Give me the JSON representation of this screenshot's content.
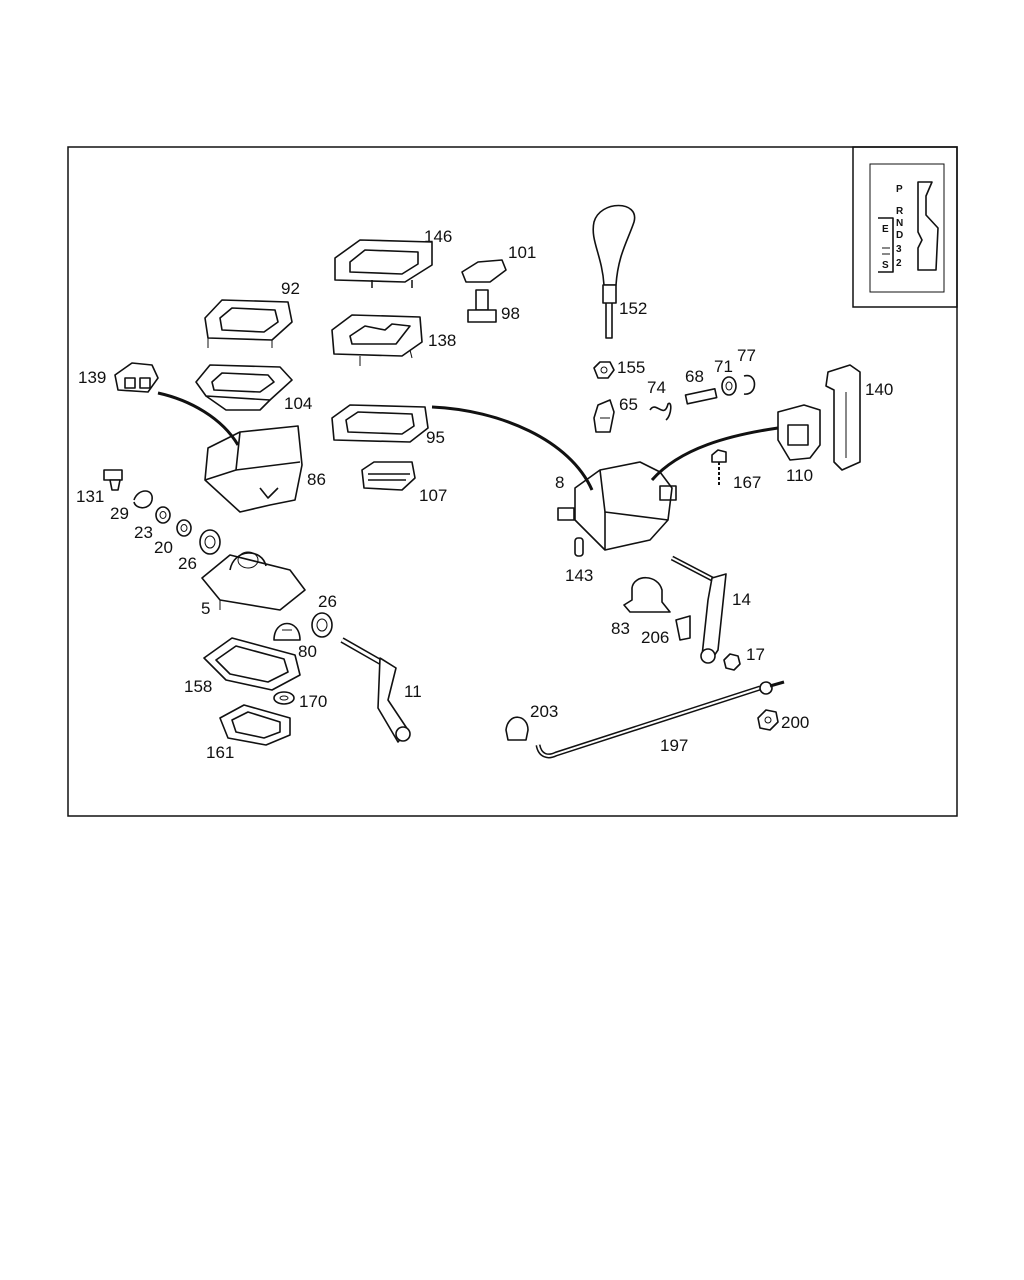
{
  "labels": {
    "p146": "146",
    "p101": "101",
    "p92": "92",
    "p98": "98",
    "p152": "152",
    "p138": "138",
    "p139": "139",
    "p104": "104",
    "p155": "155",
    "p74": "74",
    "p68": "68",
    "p71": "71",
    "p77": "77",
    "p140": "140",
    "p65": "65",
    "p95": "95",
    "p86": "86",
    "p107": "107",
    "p8": "8",
    "p167": "167",
    "p110": "110",
    "p131": "131",
    "p29": "29",
    "p23": "23",
    "p20": "20",
    "p26a": "26",
    "p143": "143",
    "p5": "5",
    "p26b": "26",
    "p14": "14",
    "p83": "83",
    "p206": "206",
    "p80": "80",
    "p17": "17",
    "p158": "158",
    "p11": "11",
    "p170": "170",
    "p203": "203",
    "p200": "200",
    "p161": "161",
    "p197": "197"
  },
  "shift_gate": {
    "positions": [
      "P",
      "R",
      "N",
      "D",
      "3",
      "2"
    ],
    "program_labels": [
      "E",
      "S"
    ]
  },
  "colors": {
    "ink": "#111111",
    "background": "#ffffff"
  }
}
